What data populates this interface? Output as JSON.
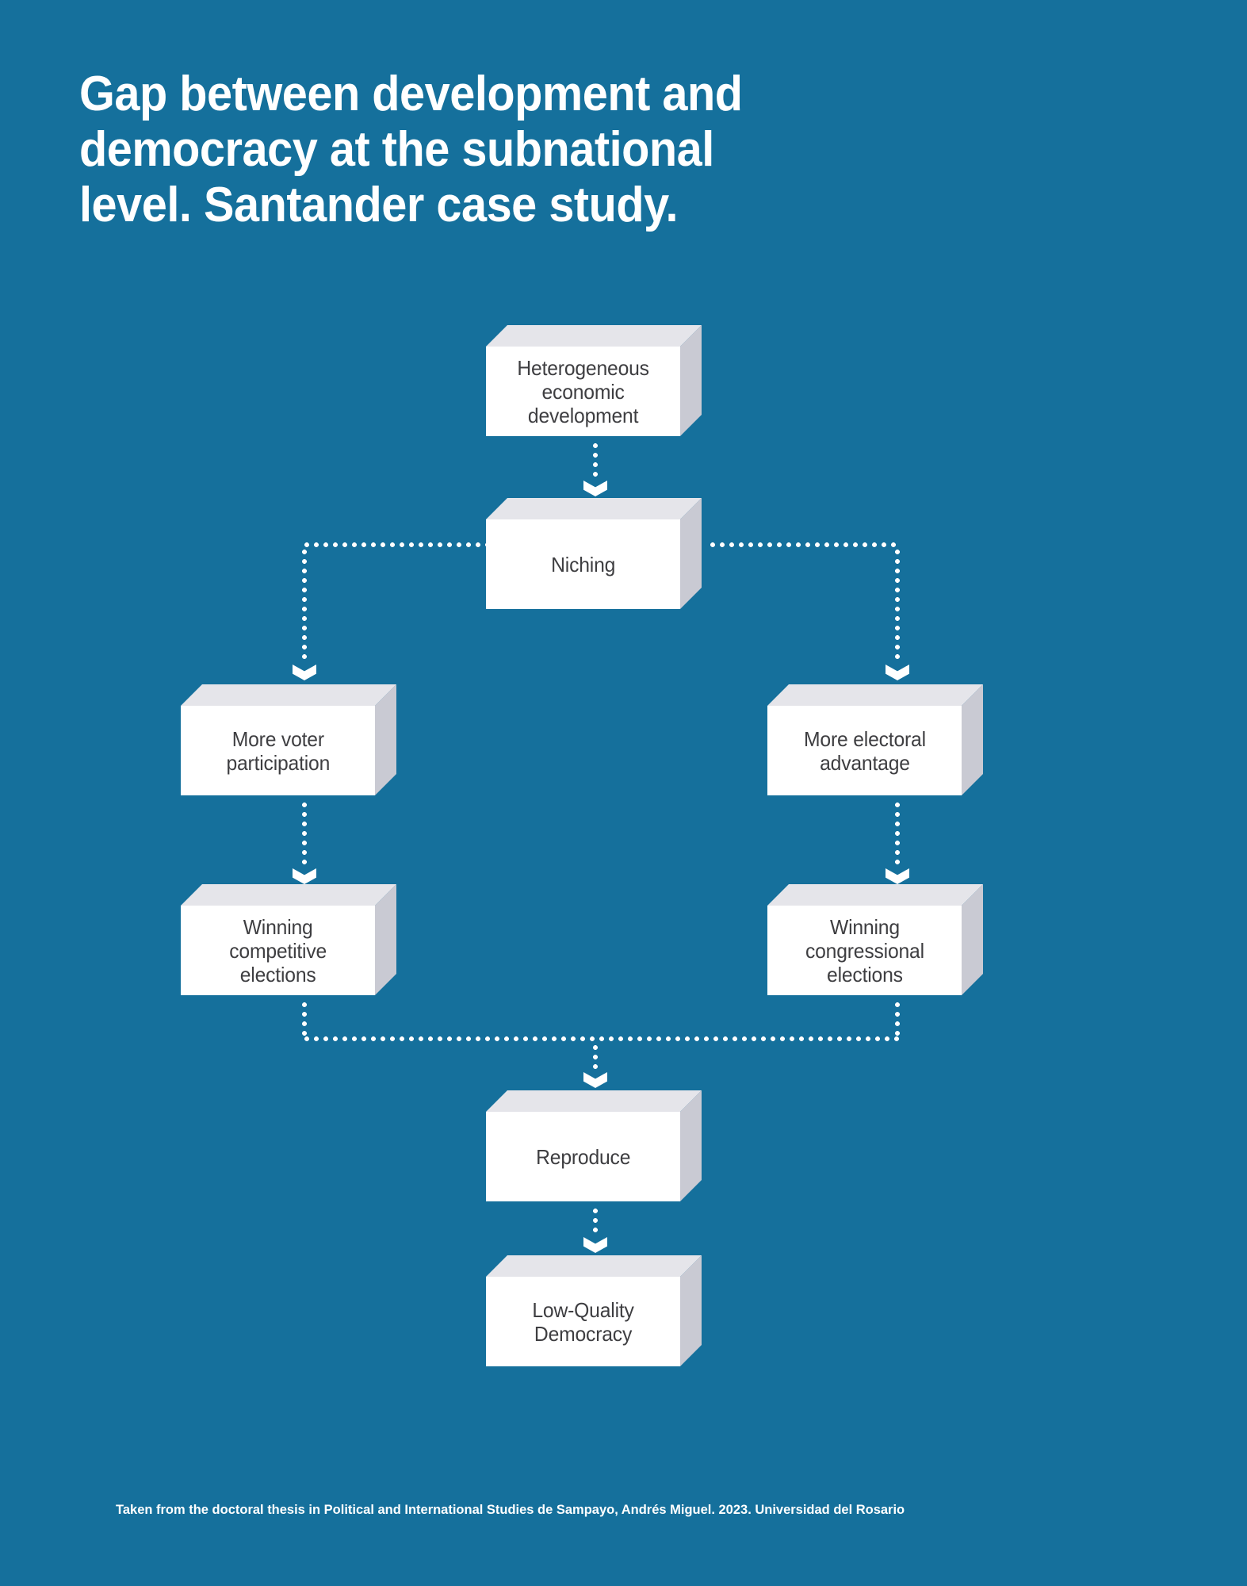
{
  "title": {
    "lines": [
      "Gap between development and",
      "democracy at the subnational",
      "level. Santander case study."
    ]
  },
  "nodes": {
    "heterogeneous": {
      "label": "Heterogeneous\neconomic\ndevelopment"
    },
    "niching": {
      "label": "Niching"
    },
    "voter": {
      "label": "More voter\nparticipation"
    },
    "electoral": {
      "label": "More electoral\nadvantage"
    },
    "competitive": {
      "label": "Winning\ncompetitive\nelections"
    },
    "congressional": {
      "label": "Winning\ncongressional\nelections"
    },
    "reproduce": {
      "label": "Reproduce"
    },
    "lowquality": {
      "label": "Low-Quality\nDemocracy"
    }
  },
  "footer": {
    "credit": "Taken from the doctoral thesis in Political and International Studies de Sampayo, Andrés Miguel. 2023. Universidad del Rosario"
  },
  "colors": {
    "background": "#15709C",
    "box_front": "#FFFFFF",
    "box_top": "#E5E5EA",
    "box_side": "#C9CAD3",
    "box_text": "#3E3E41",
    "connector": "#FFFFFF",
    "title_text": "#FFFFFF"
  }
}
